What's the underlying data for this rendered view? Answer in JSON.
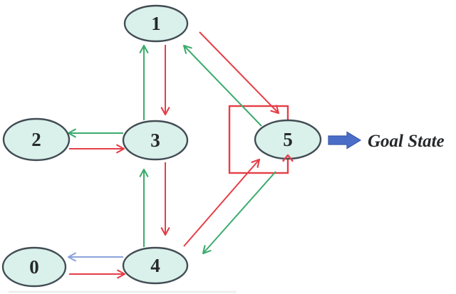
{
  "diagram": {
    "title": "state-transition-graph",
    "nodes": [
      {
        "id": "1",
        "label": "1"
      },
      {
        "id": "2",
        "label": "2"
      },
      {
        "id": "3",
        "label": "3"
      },
      {
        "id": "5",
        "label": "5"
      },
      {
        "id": "0",
        "label": "0"
      },
      {
        "id": "4",
        "label": "4"
      }
    ],
    "edges": [
      {
        "from": "3",
        "to": "1",
        "color": "green"
      },
      {
        "from": "1",
        "to": "3",
        "color": "red"
      },
      {
        "from": "3",
        "to": "2",
        "color": "green"
      },
      {
        "from": "2",
        "to": "3",
        "color": "red"
      },
      {
        "from": "4",
        "to": "3",
        "color": "green"
      },
      {
        "from": "3",
        "to": "4",
        "color": "red"
      },
      {
        "from": "4",
        "to": "0",
        "color": "blue"
      },
      {
        "from": "0",
        "to": "4",
        "color": "red"
      },
      {
        "from": "1",
        "to": "5",
        "color": "red"
      },
      {
        "from": "5",
        "to": "1",
        "color": "green"
      },
      {
        "from": "4",
        "to": "5",
        "color": "red"
      },
      {
        "from": "5",
        "to": "4",
        "color": "green"
      },
      {
        "from": "5",
        "to": "5",
        "color": "red",
        "shape": "rectangular-self-loop"
      }
    ],
    "goal": {
      "label": "Goal State",
      "node_id": "5"
    }
  },
  "colors": {
    "red_edge": "#e63e47",
    "green_edge": "#3cab6d",
    "blue_edge": "#8ba3db",
    "goal_arrow_fill": "#4a6ec8",
    "goal_arrow_border": "#3a59ad",
    "node_fill": "#d9f1ea",
    "node_border": "#424c54",
    "text": "#26282a"
  }
}
